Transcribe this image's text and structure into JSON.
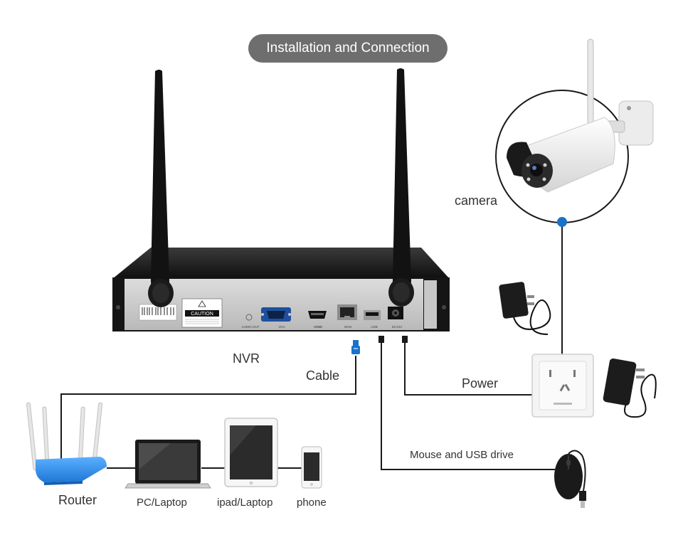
{
  "title": "Installation and Connection",
  "labels": {
    "camera": "camera",
    "nvr": "NVR",
    "cable": "Cable",
    "power": "Power",
    "mouse_usb": "Mouse and USB drive",
    "router": "Router",
    "pc_laptop": "PC/Laptop",
    "ipad_laptop": "ipad/Laptop",
    "phone": "phone"
  },
  "nvr_panel": {
    "caution": "CAUTION",
    "ports": [
      "AUDIO OUT",
      "VGA",
      "HDMI",
      "WAN",
      "USB",
      "DC12V"
    ]
  },
  "colors": {
    "line": "#1a1a1a",
    "title_bg": "#6e6e6e",
    "router_blue": "#2f8fe8",
    "connector_blue": "#1a73c8"
  }
}
